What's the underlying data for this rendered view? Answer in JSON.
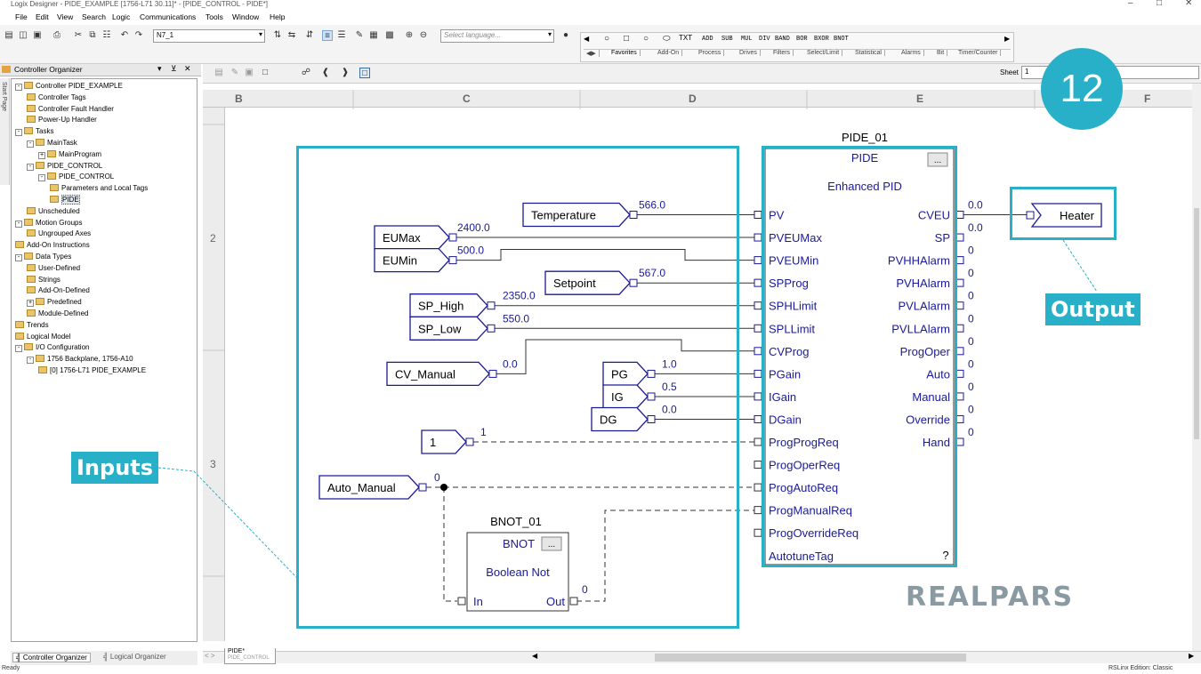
{
  "window": {
    "title": "Logix Designer - PIDE_EXAMPLE [1756-L71 30.11]* - [PIDE_CONTROL - PIDE*]"
  },
  "menu": [
    "File",
    "Edit",
    "View",
    "Search",
    "Logic",
    "Communications",
    "Tools",
    "Window",
    "Help"
  ],
  "toolbar": {
    "path_value": "N7_1",
    "language_placeholder": "Select language...",
    "instructions": [
      "ADD",
      "SUB",
      "MUL",
      "DIV",
      "BAND",
      "BOR",
      "BXOR",
      "BNOT"
    ],
    "tabs": [
      "Favorites",
      "Add-On",
      "Process",
      "Drives",
      "Filters",
      "Select/Limit",
      "Statistical",
      "Alarms",
      "Bit",
      "Timer/Counter"
    ],
    "sheet_label": "Sheet",
    "sheet_value": "1"
  },
  "organizer": {
    "title": "Controller Organizer",
    "side_tab": "Start Page",
    "tabs": [
      "Controller Organizer",
      "Logical Organizer"
    ],
    "tree": [
      {
        "label": "Controller PIDE_EXAMPLE",
        "depth": 0,
        "toggle": "-"
      },
      {
        "label": "Controller Tags",
        "depth": 1
      },
      {
        "label": "Controller Fault Handler",
        "depth": 1
      },
      {
        "label": "Power-Up Handler",
        "depth": 1
      },
      {
        "label": "Tasks",
        "depth": 0,
        "toggle": "-"
      },
      {
        "label": "MainTask",
        "depth": 1,
        "toggle": "-"
      },
      {
        "label": "MainProgram",
        "depth": 2,
        "toggle": "+"
      },
      {
        "label": "PIDE_CONTROL",
        "depth": 1,
        "toggle": "-"
      },
      {
        "label": "PIDE_CONTROL",
        "depth": 2,
        "toggle": "-"
      },
      {
        "label": "Parameters and Local Tags",
        "depth": 3
      },
      {
        "label": "PIDE",
        "depth": 3
      },
      {
        "label": "Unscheduled",
        "depth": 1
      },
      {
        "label": "Motion Groups",
        "depth": 0,
        "toggle": "-"
      },
      {
        "label": "Ungrouped Axes",
        "depth": 1
      },
      {
        "label": "Add-On Instructions",
        "depth": 0
      },
      {
        "label": "Data Types",
        "depth": 0,
        "toggle": "-"
      },
      {
        "label": "User-Defined",
        "depth": 1
      },
      {
        "label": "Strings",
        "depth": 1
      },
      {
        "label": "Add-On-Defined",
        "depth": 1
      },
      {
        "label": "Predefined",
        "depth": 1,
        "toggle": "+"
      },
      {
        "label": "Module-Defined",
        "depth": 1
      },
      {
        "label": "Trends",
        "depth": 0
      },
      {
        "label": "Logical Model",
        "depth": 0
      },
      {
        "label": "I/O Configuration",
        "depth": 0,
        "toggle": "-"
      },
      {
        "label": "1756 Backplane, 1756-A10",
        "depth": 1,
        "toggle": "-"
      },
      {
        "label": "[0] 1756-L71 PIDE_EXAMPLE",
        "depth": 2
      }
    ]
  },
  "routine": {
    "columns": [
      "B",
      "C",
      "D",
      "E",
      "F"
    ],
    "rows": [
      "2",
      "3"
    ],
    "sheet_tab": "PIDE*",
    "sheet_tab_sub": "PIDE_CONTROL",
    "pide": {
      "name": "PIDE_01",
      "type": "PIDE",
      "desc": "Enhanced PID",
      "ellipsis": "...",
      "help": "?",
      "inputs": [
        "PV",
        "PVEUMax",
        "PVEUMin",
        "SPProg",
        "SPHLimit",
        "SPLLimit",
        "CVProg",
        "PGain",
        "IGain",
        "DGain",
        "ProgProgReq",
        "ProgOperReq",
        "ProgAutoReq",
        "ProgManualReq",
        "ProgOverrideReq",
        "AutotuneTag"
      ],
      "outputs": [
        "CVEU",
        "SP",
        "PVHHAlarm",
        "PVHAlarm",
        "PVLAlarm",
        "PVLLAlarm",
        "ProgOper",
        "Auto",
        "Manual",
        "Override",
        "Hand"
      ],
      "output_values": [
        "0.0",
        "0.0",
        "0",
        "0",
        "0",
        "0",
        "0",
        "0",
        "0",
        "0",
        "0"
      ]
    },
    "input_tags": [
      {
        "name": "Temperature",
        "value": "566.0"
      },
      {
        "name": "EUMax",
        "value": "2400.0"
      },
      {
        "name": "EUMin",
        "value": "500.0"
      },
      {
        "name": "Setpoint",
        "value": "567.0"
      },
      {
        "name": "SP_High",
        "value": "2350.0"
      },
      {
        "name": "SP_Low",
        "value": "550.0"
      },
      {
        "name": "CV_Manual",
        "value": "0.0"
      },
      {
        "name": "PG",
        "value": "1.0"
      },
      {
        "name": "IG",
        "value": "0.5"
      },
      {
        "name": "DG",
        "value": "0.0"
      },
      {
        "name": "1",
        "value": "1"
      },
      {
        "name": "Auto_Manual",
        "value": "0"
      }
    ],
    "output_tag": {
      "name": "Heater"
    },
    "bnot": {
      "name": "BNOT_01",
      "type": "BNOT",
      "desc": "Boolean Not",
      "in": "In",
      "out": "Out",
      "out_value": "0",
      "ellipsis": "..."
    }
  },
  "callouts": {
    "inputs": "Inputs",
    "output": "Output",
    "step": "12"
  },
  "logo": {
    "part1": "REAL",
    "part2": "PARS"
  },
  "status": {
    "left": "Ready",
    "right": "RSLinx Edition: Classic"
  },
  "colors": {
    "accent": "#29b0c9",
    "wire": "#1a1a99",
    "logo": "#8a9aa3"
  }
}
